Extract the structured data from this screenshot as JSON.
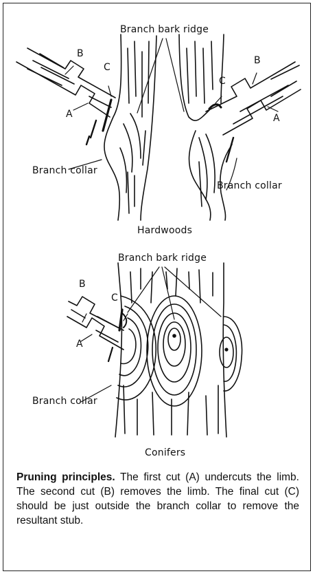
{
  "hardwoods": {
    "ridge_label": "Branch bark ridge",
    "cut_a_left": "A",
    "cut_b_left": "B",
    "cut_c_left": "C",
    "cut_a_right": "A",
    "cut_b_right": "B",
    "cut_c_right": "C",
    "collar_left": "Branch collar",
    "collar_right": "Branch collar",
    "title": "Hardwoods"
  },
  "conifers": {
    "ridge_label": "Branch bark ridge",
    "cut_a": "A",
    "cut_b": "B",
    "cut_c": "C",
    "collar": "Branch collar",
    "title": "Conifers"
  },
  "caption": {
    "heading": "Pruning principles.",
    "text": " The first cut (A) undercuts the limb. The second cut (B) removes the limb. The final cut (C) should be just outside the branch collar to remove the resultant stub."
  }
}
